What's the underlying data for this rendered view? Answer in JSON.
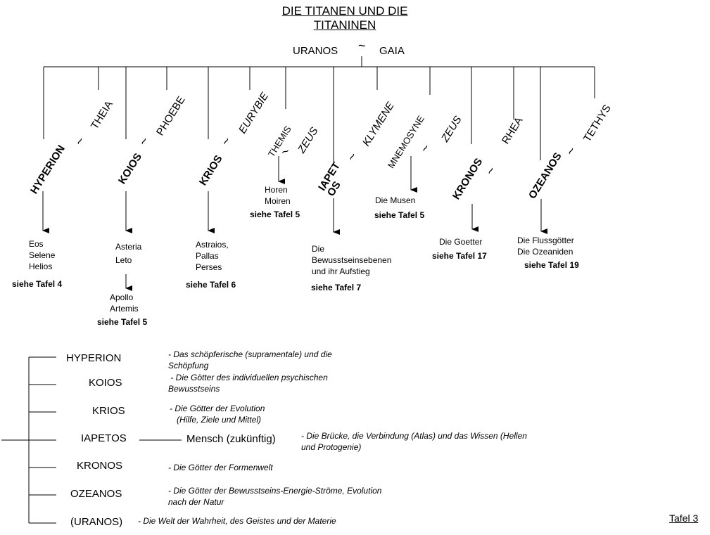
{
  "title_line1": "DIE TITANEN UND DIE",
  "title_line2": "TITANINEN",
  "top_couple": {
    "left": "URANOS",
    "tilde": "~",
    "right": "GAIA"
  },
  "pairs": [
    {
      "male": "HYPERION",
      "female": "THEIA"
    },
    {
      "male": "KOIOS",
      "female": "PHOEBE"
    },
    {
      "male": "KRIOS",
      "female": "EURYBIE"
    },
    {
      "male": "THEMIS",
      "female": "ZEUS"
    },
    {
      "male": "IAPET OS",
      "female": "KLYMENE"
    },
    {
      "male": "MNEMOSYNE",
      "female": "ZEUS"
    },
    {
      "male": "KRONOS",
      "female": "RHEA"
    },
    {
      "male": "OZEANOS",
      "female": "TETHYS"
    }
  ],
  "tilde": "~",
  "children": {
    "hyperion": [
      "Eos",
      "Selene",
      "Helios"
    ],
    "hyperion_ref": "siehe Tafel 4",
    "koios": [
      "Asteria",
      "Leto"
    ],
    "koios_sub": [
      "Apollo",
      "Artemis"
    ],
    "koios_ref": "siehe Tafel 5",
    "krios": [
      "Astraios,",
      "Pallas",
      "Perses"
    ],
    "krios_ref": "siehe Tafel 6",
    "themis": [
      "Horen",
      "Moiren"
    ],
    "themis_ref": "siehe Tafel 5",
    "iapetos": [
      "Die",
      "Bewusstseinsebenen",
      "und ihr Aufstieg"
    ],
    "iapetos_ref": "siehe Tafel 7",
    "mnemosyne": [
      "Die Musen"
    ],
    "mnemosyne_ref": "siehe Tafel 5",
    "kronos": [
      "Die Goetter"
    ],
    "kronos_ref": "siehe Tafel 17",
    "ozeanos": [
      "Die Flussgötter",
      "Die Ozeaniden"
    ],
    "ozeanos_ref": "siehe Tafel 19"
  },
  "legend": [
    {
      "name": "HYPERION",
      "desc": [
        "- Das schöpferische (supramentale) und die",
        "Schöpfung"
      ]
    },
    {
      "name": "KOIOS",
      "desc": [
        " - Die Götter des individuellen psychischen",
        "Bewusstseins"
      ]
    },
    {
      "name": "KRIOS",
      "desc": [
        "- Die Götter der Evolution",
        "   (Hilfe, Ziele und Mittel)"
      ]
    },
    {
      "name": "IAPETOS",
      "extra": "Mensch (zukünftig)",
      "desc": [
        "- Die Brücke, die Verbindung (Atlas) und das Wissen (Hellen",
        "und Protogenie)"
      ]
    },
    {
      "name": "KRONOS",
      "desc": [
        "- Die Götter der Formenwelt"
      ]
    },
    {
      "name": "OZEANOS",
      "desc": [
        "- Die Götter der Bewusstseins-Energie-Ströme, Evolution",
        "nach der Natur"
      ]
    },
    {
      "name": "(URANOS)",
      "desc": [
        "- Die Welt der Wahrheit, des Geistes und der Materie"
      ]
    }
  ],
  "page_label": "Tafel 3"
}
